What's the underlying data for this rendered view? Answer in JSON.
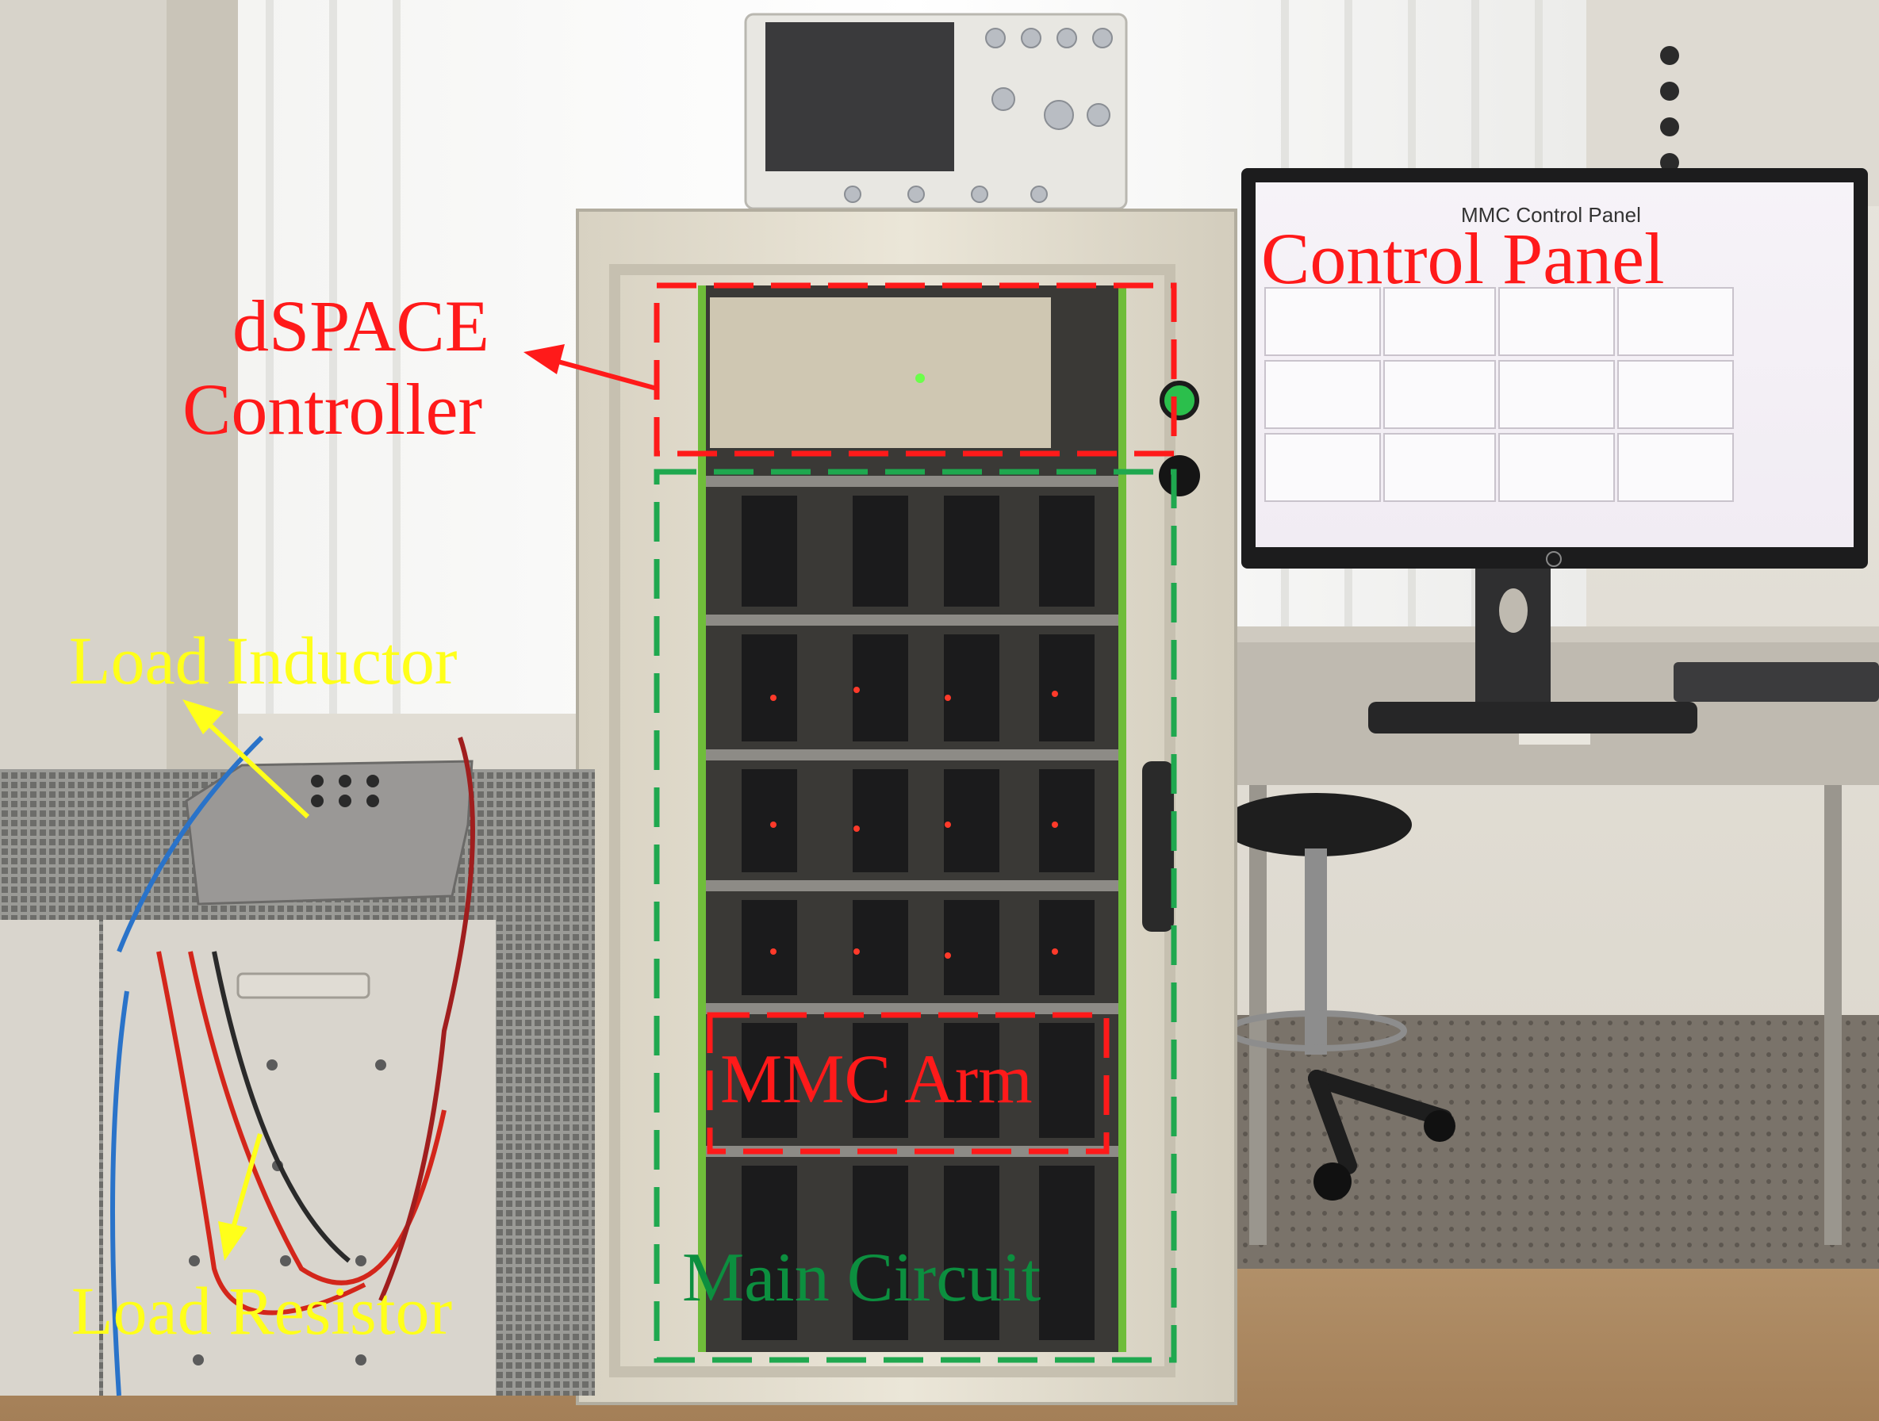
{
  "monitor": {
    "screen_title": "MMC Control Panel"
  },
  "annotations": {
    "dspace_line1": "dSPACE",
    "dspace_line2": "Controller",
    "control_panel": "Control Panel",
    "load_inductor": "Load Inductor",
    "load_resistor": "Load Resistor",
    "mmc_arm": "MMC Arm",
    "main_circuit": "Main Circuit"
  },
  "colors": {
    "dspace_box": "#ff1a1a",
    "mmc_arm_box": "#ff1a1a",
    "main_circuit_box": "#1fa84f",
    "inductor_label": "#ffff1a",
    "resistor_label": "#ffff1a"
  }
}
